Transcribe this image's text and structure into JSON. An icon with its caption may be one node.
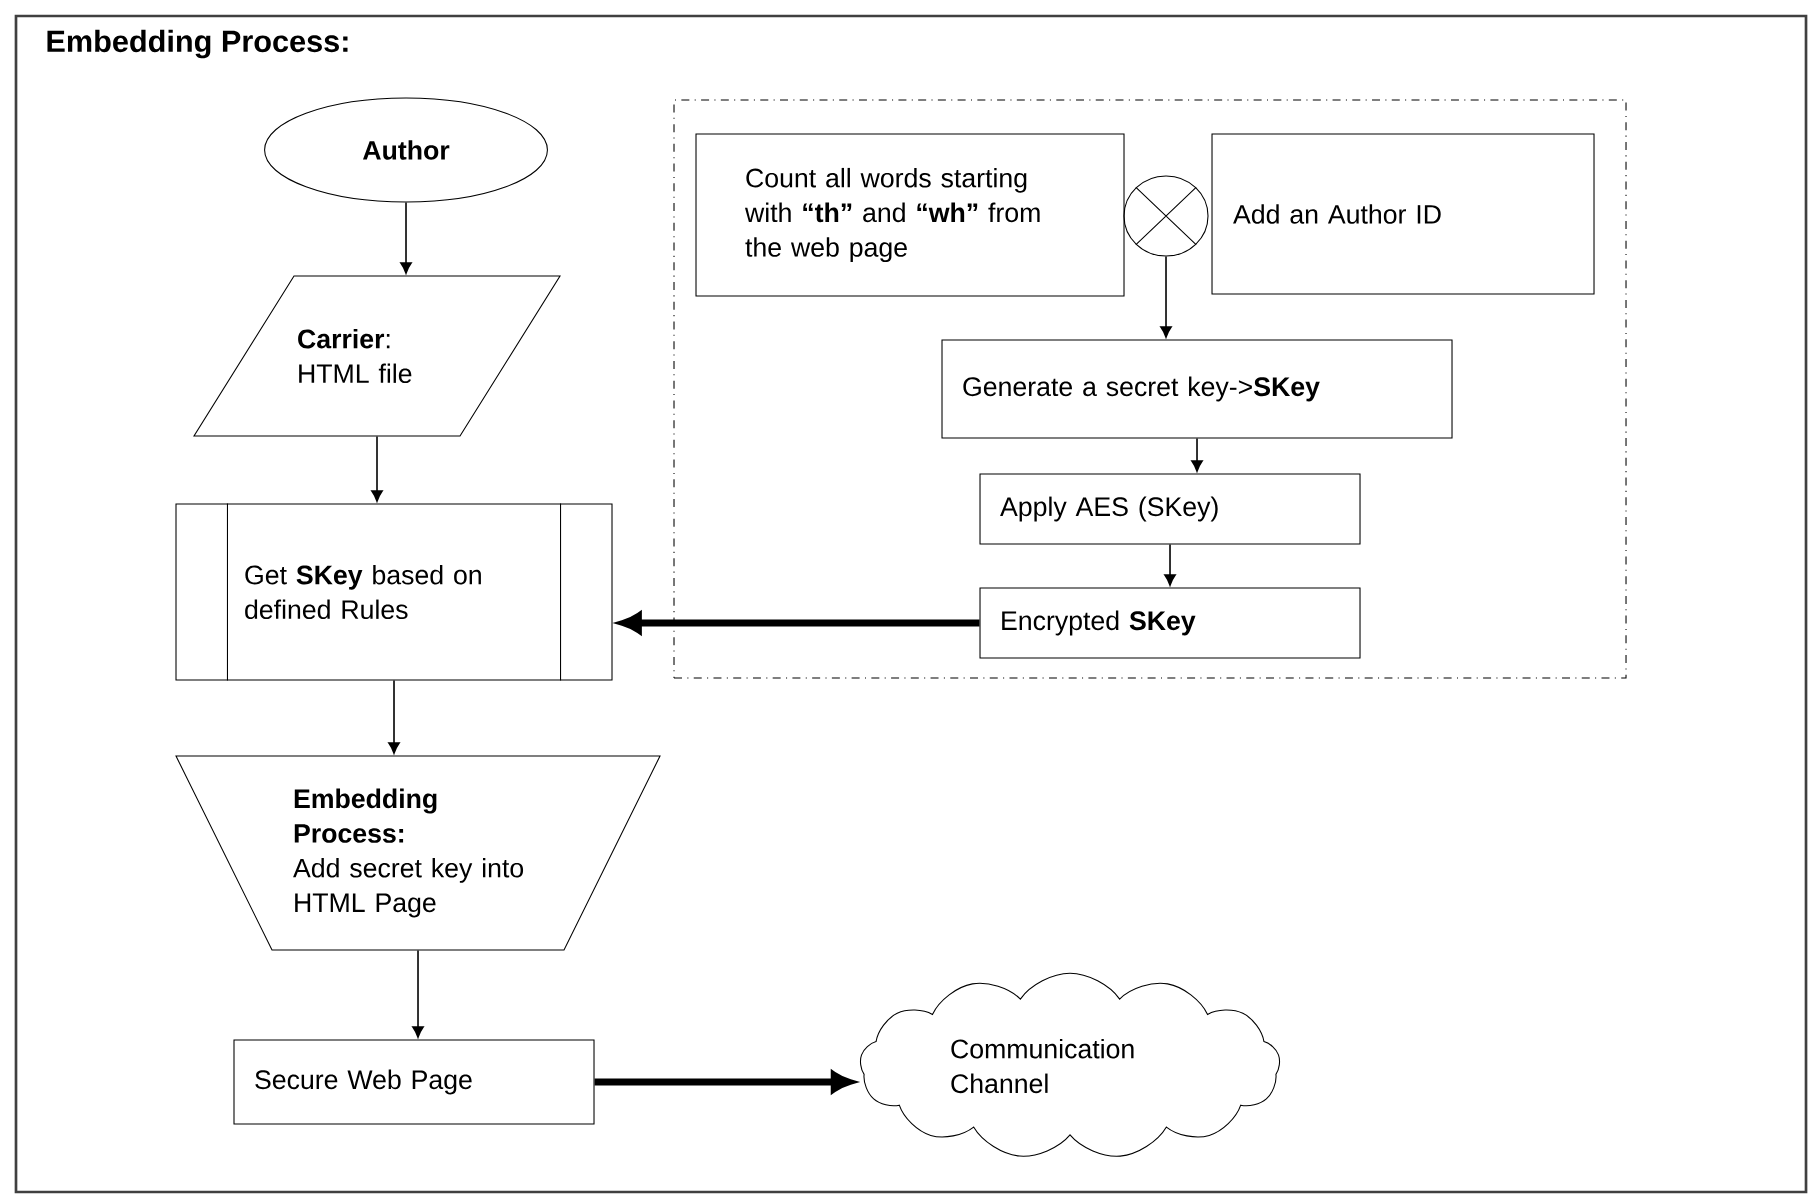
{
  "diagram": {
    "title": "Embedding Process:",
    "nodes": [
      {
        "text": [
          "Author"
        ]
      },
      {
        "text": [
          "**Carrier**: HTML file"
        ]
      },
      {
        "text": [
          "Get **SKey** based on defined Rules"
        ]
      },
      {
        "text": [
          "Embedding Process:",
          "Add secret key into HTML Page"
        ]
      },
      {
        "text": [
          "Secure Web Page"
        ]
      },
      {
        "text": [
          "Communication Channel"
        ]
      },
      {
        "text": [],
        "shape": "box"
      },
      {
        "text": [
          "Count all words starting with **“th”** and **“wh”** from the web page"
        ],
        "in": 6
      },
      {
        "text": [],
        "shape": "circle",
        "in": 6
      },
      {
        "text": [
          "Add an Author ID"
        ],
        "in": 6
      },
      {
        "text": [
          "Generate a secret key->**SKey**"
        ],
        "in": 6
      },
      {
        "text": [
          "Apply AES (SKey)"
        ],
        "in": 6
      },
      {
        "text": [
          "Encrypted **SKey**"
        ],
        "in": 6
      }
    ],
    "edges": [
      {
        "from": 0,
        "to": 1,
        "arrow": "to"
      },
      {
        "from": 1,
        "to": 2,
        "arrow": "to"
      },
      {
        "from": 2,
        "to": 3,
        "arrow": "to"
      },
      {
        "from": 3,
        "to": 4,
        "arrow": "to"
      },
      {
        "from": 4,
        "to": 5,
        "arrow": "to",
        "style": "thick"
      },
      {
        "from": 8,
        "to": 10,
        "arrow": "to"
      },
      {
        "from": 10,
        "to": 11,
        "arrow": "to"
      },
      {
        "from": 11,
        "to": 12,
        "arrow": "to"
      },
      {
        "from": 12,
        "to": 2,
        "arrow": "to",
        "style": "thick"
      }
    ]
  }
}
